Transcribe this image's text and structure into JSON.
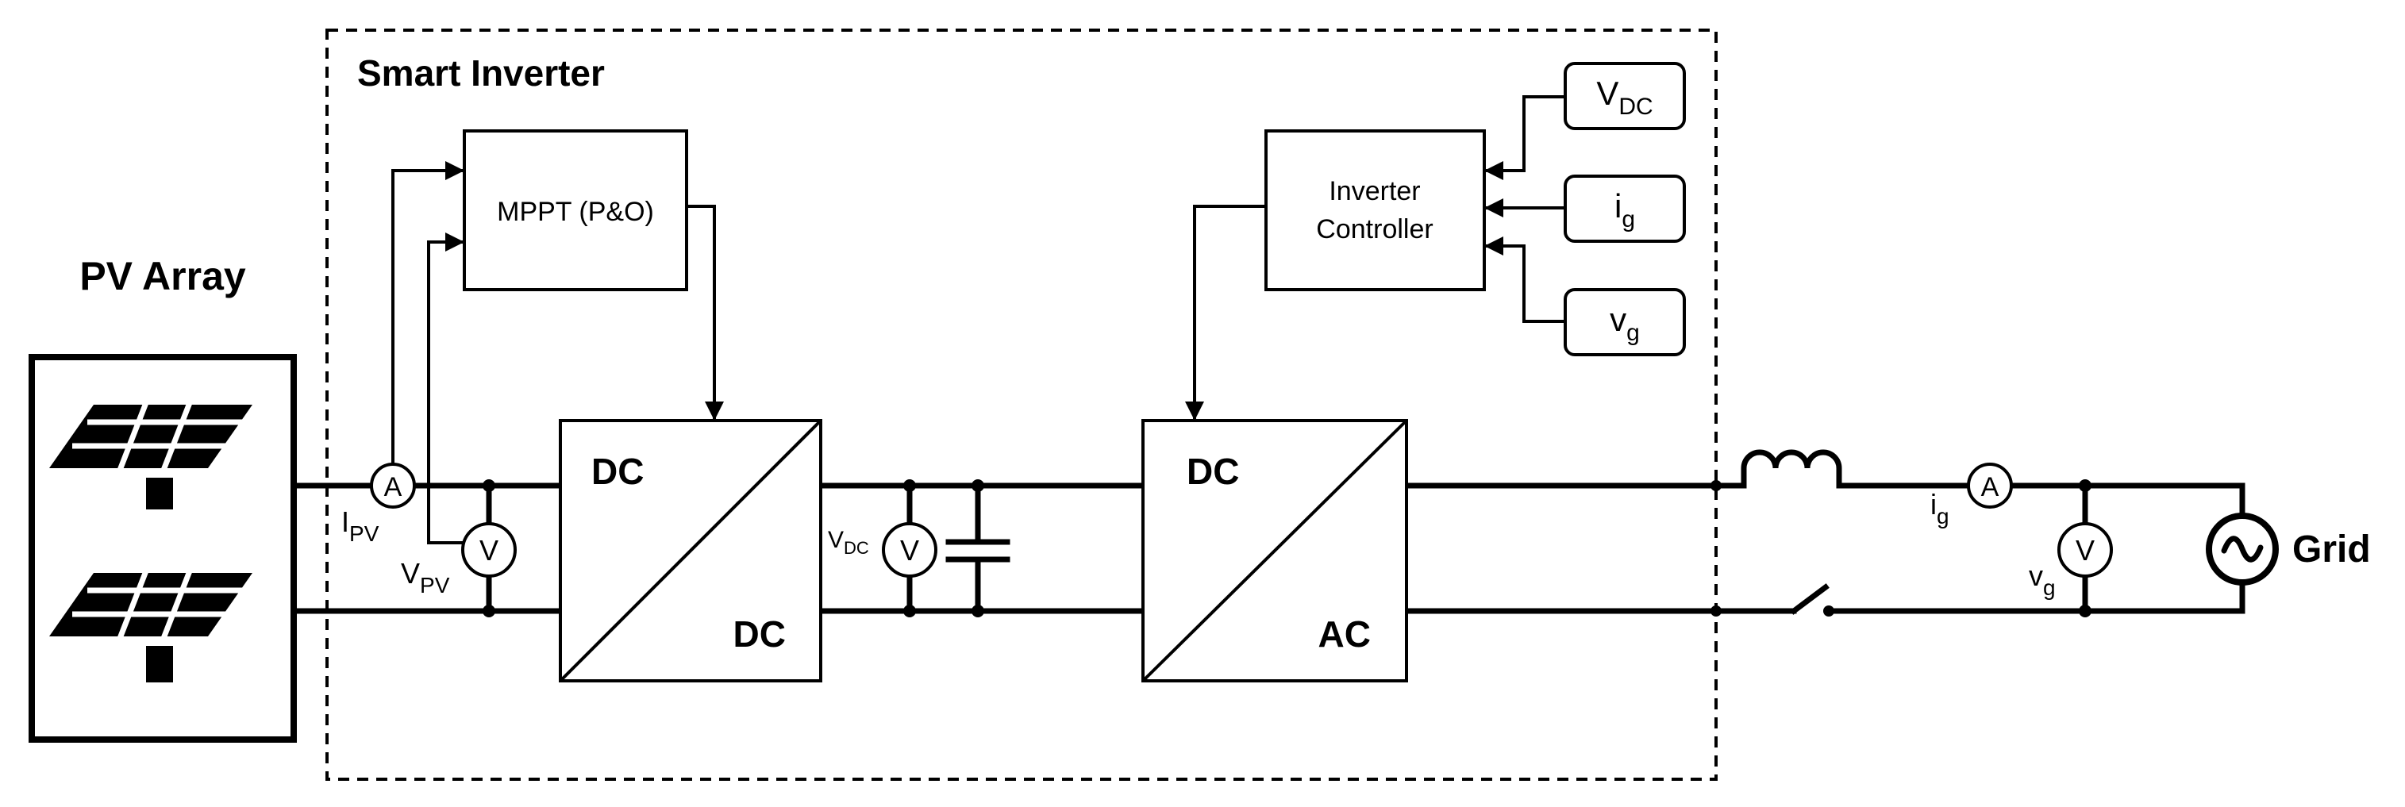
{
  "titles": {
    "smart_inverter": "Smart Inverter",
    "pv_array": "PV Array",
    "grid": "Grid"
  },
  "blocks": {
    "mppt": "MPPT (P&O)",
    "controller_line1": "Inverter",
    "controller_line2": "Controller",
    "dcdc_in": "DC",
    "dcdc_out": "DC",
    "dcac_in": "DC",
    "dcac_out": "AC"
  },
  "meters": {
    "ammeter": "A",
    "voltmeter": "V"
  },
  "signals": {
    "i_pv": {
      "base": "I",
      "sub": "PV"
    },
    "v_pv": {
      "base": "V",
      "sub": "PV"
    },
    "v_dc_bus": {
      "base": "V",
      "sub": "DC"
    },
    "v_dc_input": {
      "base": "V",
      "sub": "DC"
    },
    "i_g_input": {
      "base": "i",
      "sub": "g"
    },
    "v_g_input": {
      "base": "v",
      "sub": "g"
    },
    "i_g_label": {
      "base": "i",
      "sub": "g"
    },
    "v_g_label": {
      "base": "v",
      "sub": "g"
    }
  }
}
